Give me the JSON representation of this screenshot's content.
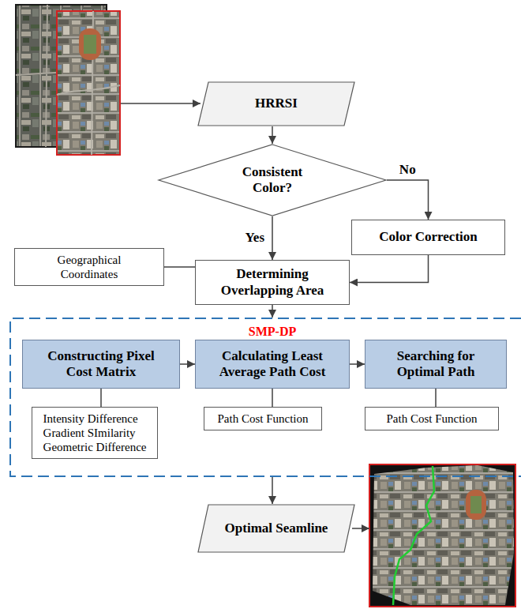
{
  "diagram": {
    "nodes": [
      {
        "text": [
          "HRRSI"
        ]
      },
      {
        "text": [
          "Consistent Color?"
        ]
      },
      {
        "text": [
          "Color Correction"
        ]
      },
      {
        "text": [
          "Geographical Coordinates"
        ]
      },
      {
        "text": [
          "Determining Overlapping Area"
        ]
      },
      {
        "text": [
          "SMP-DP"
        ]
      },
      {
        "text": [
          "Constructing Pixel Cost Matrix"
        ],
        "in": 5
      },
      {
        "text": [
          "Calculating Least Average Path Cost"
        ],
        "in": 5
      },
      {
        "text": [
          "Searching for Optimal Path"
        ],
        "in": 5
      },
      {
        "text": [
          "Intensity Difference",
          "Gradient SImilarity",
          "Geometric Difference"
        ],
        "in": 5
      },
      {
        "text": [
          "Path Cost Function"
        ],
        "in": 5
      },
      {
        "text": [
          "Path Cost Function"
        ],
        "in": 5
      },
      {
        "text": [
          "Optimal Seamline"
        ]
      }
    ],
    "edges": [
      {
        "from": 0,
        "to": 1,
        "arrow": "to"
      },
      {
        "from": 1,
        "to": 2,
        "label": "No",
        "arrow": "to"
      },
      {
        "from": 1,
        "to": 4,
        "label": "Yes",
        "arrow": "to"
      },
      {
        "from": 2,
        "to": 4,
        "arrow": "to"
      },
      {
        "from": 3,
        "to": 4,
        "arrow": "none"
      },
      {
        "from": 4,
        "to": 5,
        "arrow": "to"
      },
      {
        "from": 6,
        "to": 7,
        "arrow": "to"
      },
      {
        "from": 7,
        "to": 8,
        "arrow": "to"
      },
      {
        "from": 6,
        "to": 9,
        "arrow": "none"
      },
      {
        "from": 7,
        "to": 10,
        "arrow": "none"
      },
      {
        "from": 8,
        "to": 11,
        "arrow": "none"
      },
      {
        "from": 5,
        "to": 12,
        "arrow": "to"
      }
    ]
  }
}
